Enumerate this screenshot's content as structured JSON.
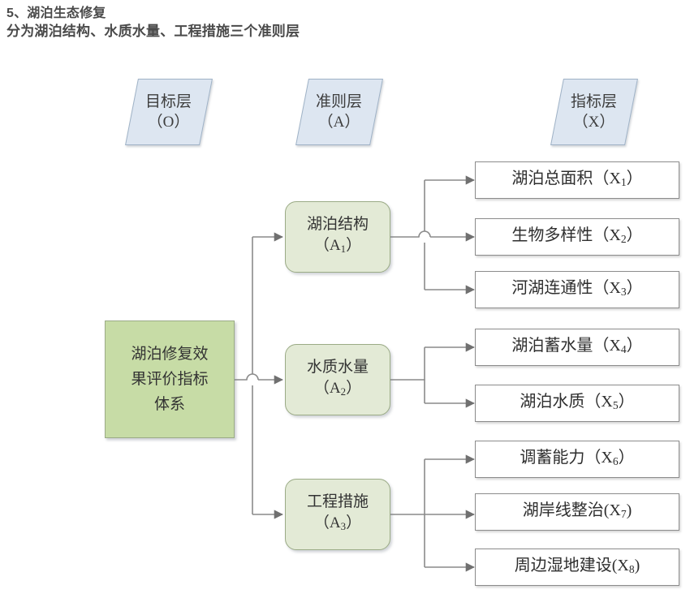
{
  "heading": {
    "line1": "5、湖泊生态修复",
    "line2": "分为湖泊结构、水质水量、工程措施三个准则层"
  },
  "colors": {
    "header_fill": "#dde6f1",
    "header_border": "#9fb2c6",
    "goal_fill": "#c7dca6",
    "criteria_fill": "#e3ead6",
    "node_border_green": "#9bab86",
    "indicator_fill": "#ffffff",
    "indicator_border": "#8c8c8c",
    "connector": "#8a8a8a",
    "text": "#333333"
  },
  "chart_data": {
    "type": "diagram",
    "subtype": "hierarchy-tree",
    "title": "湖泊修复效果评价指标体系",
    "orientation": "left-to-right",
    "layers": [
      {
        "id": "O",
        "name": "目标层",
        "code": "（O）",
        "count": 1
      },
      {
        "id": "A",
        "name": "准则层",
        "code": "（A）",
        "count": 3
      },
      {
        "id": "X",
        "name": "指标层",
        "code": "（X）",
        "count": 8
      }
    ],
    "nodes": {
      "goal": {
        "id": "O",
        "label": "湖泊修复效果评价指标体系"
      },
      "criteria": [
        {
          "id": "A1",
          "name": "湖泊结构",
          "code": "A",
          "index": "1"
        },
        {
          "id": "A2",
          "name": "水质水量",
          "code": "A",
          "index": "2"
        },
        {
          "id": "A3",
          "name": "工程措施",
          "code": "A",
          "index": "3"
        }
      ],
      "indicators": [
        {
          "id": "X1",
          "name": "湖泊总面积",
          "code": "X",
          "index": "1",
          "parent": "A1",
          "spaced": true
        },
        {
          "id": "X2",
          "name": "生物多样性",
          "code": "X",
          "index": "2",
          "parent": "A1",
          "spaced": true
        },
        {
          "id": "X3",
          "name": "河湖连通性",
          "code": "X",
          "index": "3",
          "parent": "A1",
          "spaced": true
        },
        {
          "id": "X4",
          "name": "湖泊蓄水量",
          "code": "X",
          "index": "4",
          "parent": "A2",
          "spaced": true
        },
        {
          "id": "X5",
          "name": "湖泊水质",
          "code": "X",
          "index": "5",
          "parent": "A2",
          "spaced": true
        },
        {
          "id": "X6",
          "name": "调蓄能力",
          "code": "X",
          "index": "6",
          "parent": "A3",
          "spaced": true
        },
        {
          "id": "X7",
          "name": "湖岸线整治",
          "code": "X",
          "index": "7",
          "parent": "A3",
          "spaced": false
        },
        {
          "id": "X8",
          "name": "周边湿地建设",
          "code": "X",
          "index": "8",
          "parent": "A3",
          "spaced": false
        }
      ]
    },
    "edges": [
      {
        "from": "O",
        "to": "A1"
      },
      {
        "from": "O",
        "to": "A2"
      },
      {
        "from": "O",
        "to": "A3"
      },
      {
        "from": "A1",
        "to": "X1"
      },
      {
        "from": "A1",
        "to": "X2"
      },
      {
        "from": "A1",
        "to": "X3"
      },
      {
        "from": "A2",
        "to": "X4"
      },
      {
        "from": "A2",
        "to": "X5"
      },
      {
        "from": "A3",
        "to": "X6"
      },
      {
        "from": "A3",
        "to": "X7"
      },
      {
        "from": "A3",
        "to": "X8"
      }
    ]
  },
  "headers": [
    {
      "name": "目标层",
      "code": "（O）"
    },
    {
      "name": "准则层",
      "code": "（A）"
    },
    {
      "name": "指标层",
      "code": "（X）"
    }
  ],
  "goal": {
    "line1": "湖泊修复效",
    "line2": "果评价指标",
    "line3": "体系"
  },
  "criteria": [
    {
      "name": "湖泊结构",
      "paren_open": "（A",
      "sub": "1",
      "paren_close": "）"
    },
    {
      "name": "水质水量",
      "paren_open": "（A",
      "sub": "2",
      "paren_close": "）"
    },
    {
      "name": "工程措施",
      "paren_open": "（A",
      "sub": "3",
      "paren_close": "）"
    }
  ],
  "indicators": [
    {
      "name": "湖泊总面积",
      "paren_open": "（X",
      "sub": "1",
      "paren_close": "）"
    },
    {
      "name": "生物多样性",
      "paren_open": "（X",
      "sub": "2",
      "paren_close": "）"
    },
    {
      "name": "河湖连通性",
      "paren_open": "（X",
      "sub": "3",
      "paren_close": "）"
    },
    {
      "name": "湖泊蓄水量",
      "paren_open": "（X",
      "sub": "4",
      "paren_close": "）"
    },
    {
      "name": "湖泊水质",
      "paren_open": "（X",
      "sub": "5",
      "paren_close": "）"
    },
    {
      "name": "调蓄能力",
      "paren_open": "（X",
      "sub": "6",
      "paren_close": "）"
    },
    {
      "name": "湖岸线整治",
      "paren_open": "(X",
      "sub": "7",
      "paren_close": ")"
    },
    {
      "name": "周边湿地建设",
      "paren_open": "(X",
      "sub": "8",
      "paren_close": ")"
    }
  ]
}
